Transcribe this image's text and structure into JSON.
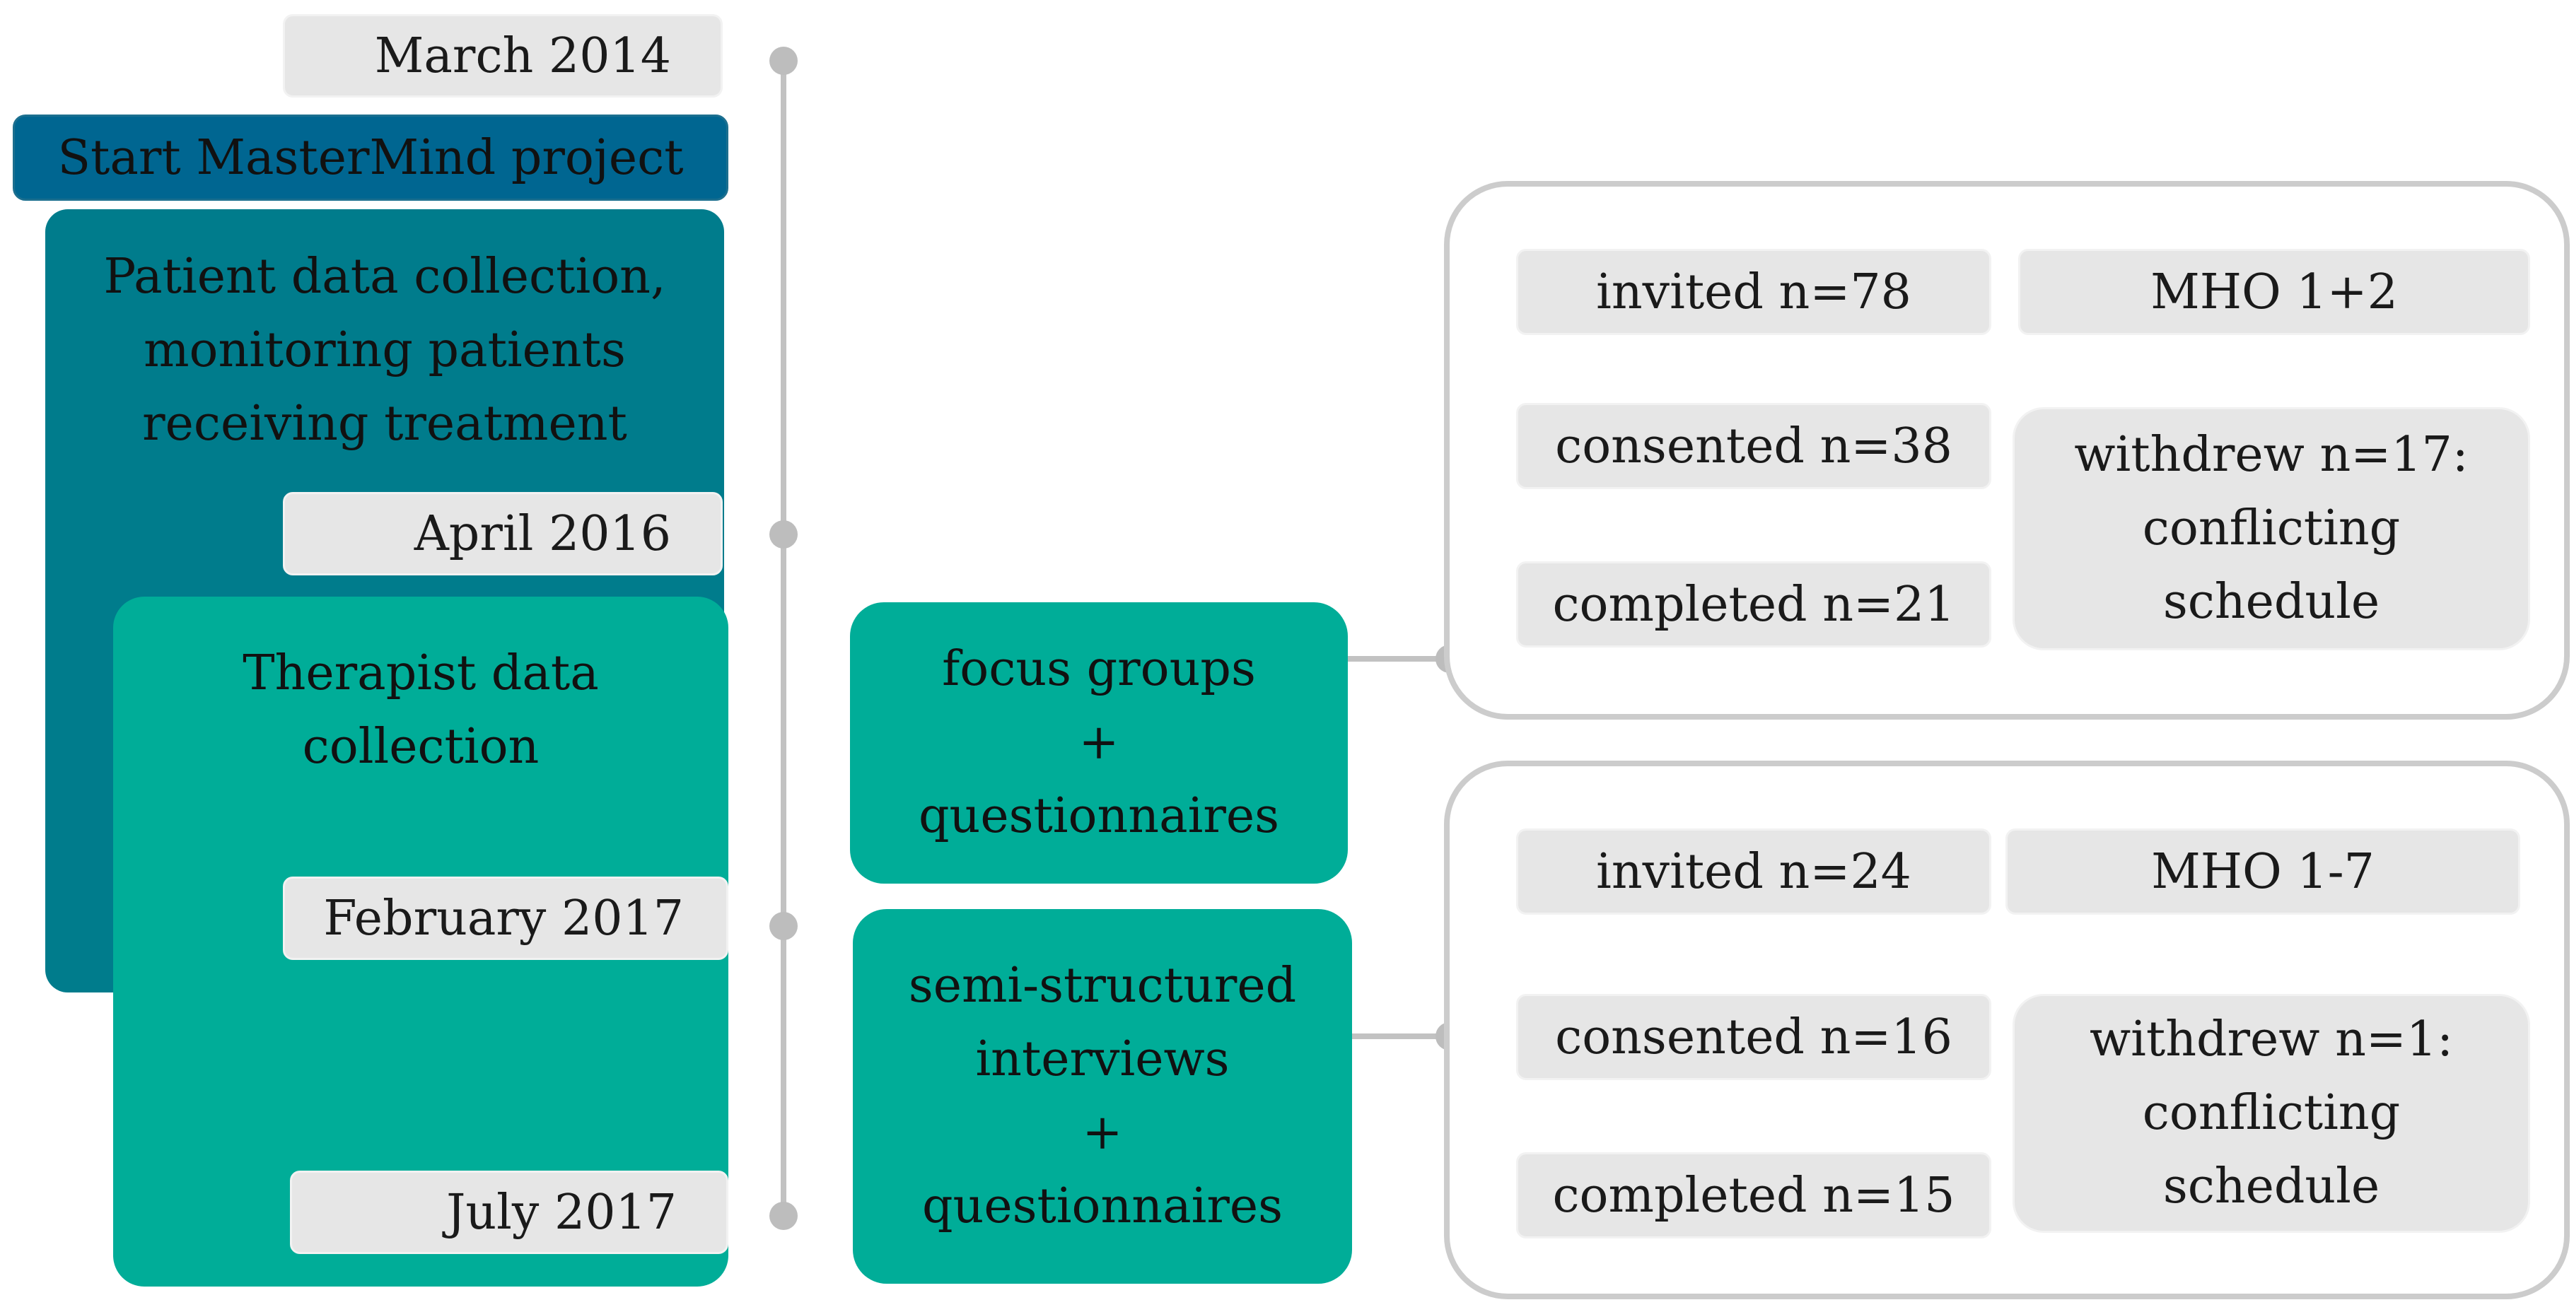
{
  "timeline": {
    "march_2014": "March 2014",
    "april_2016": "April 2016",
    "february_2017": "February 2017",
    "july_2017": "July 2017"
  },
  "phases": {
    "start_project": "Start MasterMind project",
    "patient_collection": [
      "Patient data collection,",
      "monitoring patients",
      "receiving treatment"
    ],
    "therapist_collection": [
      "Therapist data",
      "collection"
    ]
  },
  "methods": {
    "focus_groups": [
      "focus groups",
      "+",
      "questionnaires"
    ],
    "interviews": [
      "semi-structured",
      "interviews",
      "+",
      "questionnaires"
    ]
  },
  "focus_panel": {
    "invited": "invited n=78",
    "sites": "MHO 1+2",
    "consented": "consented n=38",
    "completed": "completed n=21",
    "withdrew": [
      "withdrew n=17:",
      "conflicting",
      "schedule"
    ]
  },
  "interview_panel": {
    "invited": "invited n=24",
    "sites": "MHO 1-7",
    "consented": "consented n=16",
    "completed": "completed n=15",
    "withdrew": [
      "withdrew n=1:",
      "conflicting",
      "schedule"
    ]
  },
  "colors": {
    "dark_blue": "#006691",
    "teal": "#007c8c",
    "mint": "#00ad98",
    "label_gray": "#e6e6e6",
    "line_gray": "#c2c2c2"
  }
}
